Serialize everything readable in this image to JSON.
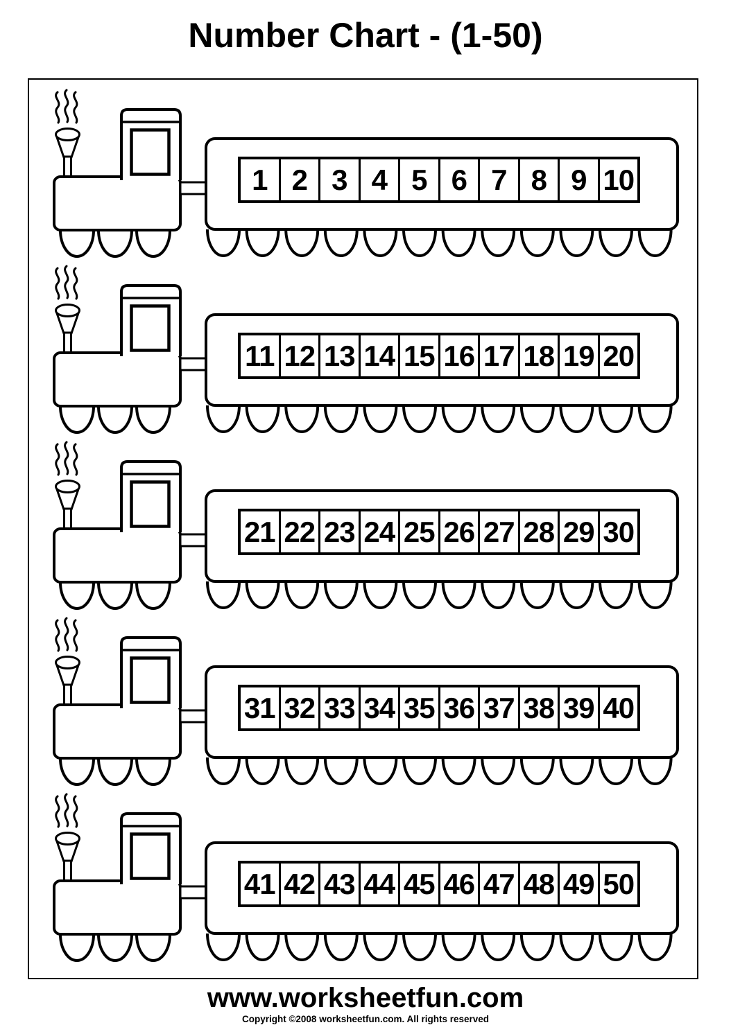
{
  "title": "Number Chart - (1-50)",
  "trains": [
    {
      "numbers": [
        "1",
        "2",
        "3",
        "4",
        "5",
        "6",
        "7",
        "8",
        "9",
        "10"
      ]
    },
    {
      "numbers": [
        "11",
        "12",
        "13",
        "14",
        "15",
        "16",
        "17",
        "18",
        "19",
        "20"
      ]
    },
    {
      "numbers": [
        "21",
        "22",
        "23",
        "24",
        "25",
        "26",
        "27",
        "28",
        "29",
        "30"
      ]
    },
    {
      "numbers": [
        "31",
        "32",
        "33",
        "34",
        "35",
        "36",
        "37",
        "38",
        "39",
        "40"
      ]
    },
    {
      "numbers": [
        "41",
        "42",
        "43",
        "44",
        "45",
        "46",
        "47",
        "48",
        "49",
        "50"
      ]
    }
  ],
  "footer": {
    "website": "www.worksheetfun.com",
    "copyright": "Copyright ©2008 worksheetfun.com. All rights reserved"
  },
  "colors": {
    "ink": "#000000",
    "paper": "#ffffff"
  }
}
